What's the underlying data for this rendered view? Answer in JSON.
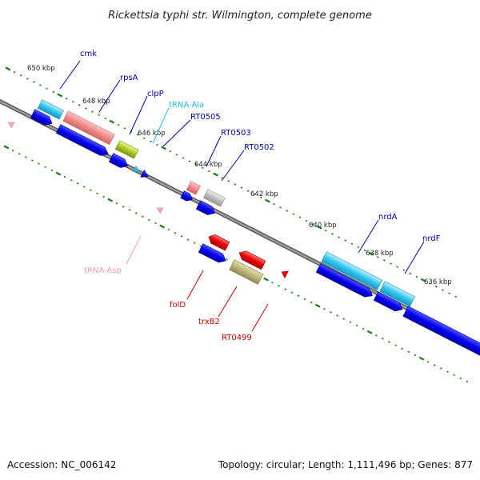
{
  "title": "Rickettsia typhi str. Wilmington, complete genome",
  "footer": {
    "accession": "Accession: NC_006142",
    "summary": "Topology: circular; Length: 1,111,496 bp; Genes: 877"
  },
  "colors": {
    "backbone": "#808080",
    "tick": "#1a7a1a",
    "label_blue": "#0000aa",
    "label_red": "#cc0000",
    "label_cyan": "#22bbdd",
    "label_pink": "#ee99bb"
  },
  "ticks": [
    {
      "label": "650 kbp"
    },
    {
      "label": "648 kbp"
    },
    {
      "label": "646 kbp"
    },
    {
      "label": "644 kbp"
    },
    {
      "label": "642 kbp"
    },
    {
      "label": "640 kbp"
    },
    {
      "label": "638 kbp"
    },
    {
      "label": "636 kbp"
    }
  ],
  "gene_labels": [
    {
      "name": "cmk",
      "color": "#0000aa"
    },
    {
      "name": "rpsA",
      "color": "#0000aa"
    },
    {
      "name": "clpP",
      "color": "#0000aa"
    },
    {
      "name": "tRNA-Ala",
      "color": "#22bbdd"
    },
    {
      "name": "RT0505",
      "color": "#0000aa"
    },
    {
      "name": "RT0503",
      "color": "#0000aa"
    },
    {
      "name": "RT0502",
      "color": "#0000aa"
    },
    {
      "name": "nrdA",
      "color": "#0000aa"
    },
    {
      "name": "nrdF",
      "color": "#0000aa"
    },
    {
      "name": "tRNA-Asp",
      "color": "#ee99bb"
    },
    {
      "name": "folD",
      "color": "#cc0000"
    },
    {
      "name": "trxB2",
      "color": "#cc0000"
    },
    {
      "name": "RT0499",
      "color": "#cc0000"
    }
  ]
}
